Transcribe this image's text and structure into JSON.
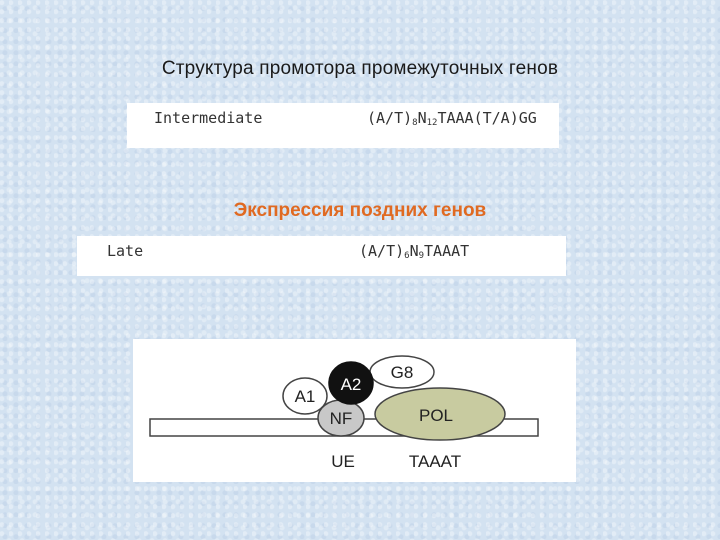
{
  "title": "Структура промотора промежуточных генов",
  "subtitle": "Экспрессия поздних генов",
  "intermediate": {
    "label": "Intermediate",
    "seq_parts": [
      "(A/T)",
      "8",
      "N",
      "12",
      "TAAA(T/A)GG"
    ]
  },
  "late": {
    "label": "Late",
    "seq_parts": [
      "(A/T)",
      "6",
      "N",
      "9",
      "TAAAT"
    ]
  },
  "diagram": {
    "proteins": [
      "A1",
      "A2",
      "G8",
      "NF",
      "POL"
    ],
    "labels": {
      "ue": "UE",
      "taaat": "TAAAT"
    },
    "colors": {
      "a2_fill": "#111111",
      "nf_fill": "#c8c8c8",
      "pol_fill": "#c8cba0",
      "dna_fill": "#ffffff"
    }
  }
}
